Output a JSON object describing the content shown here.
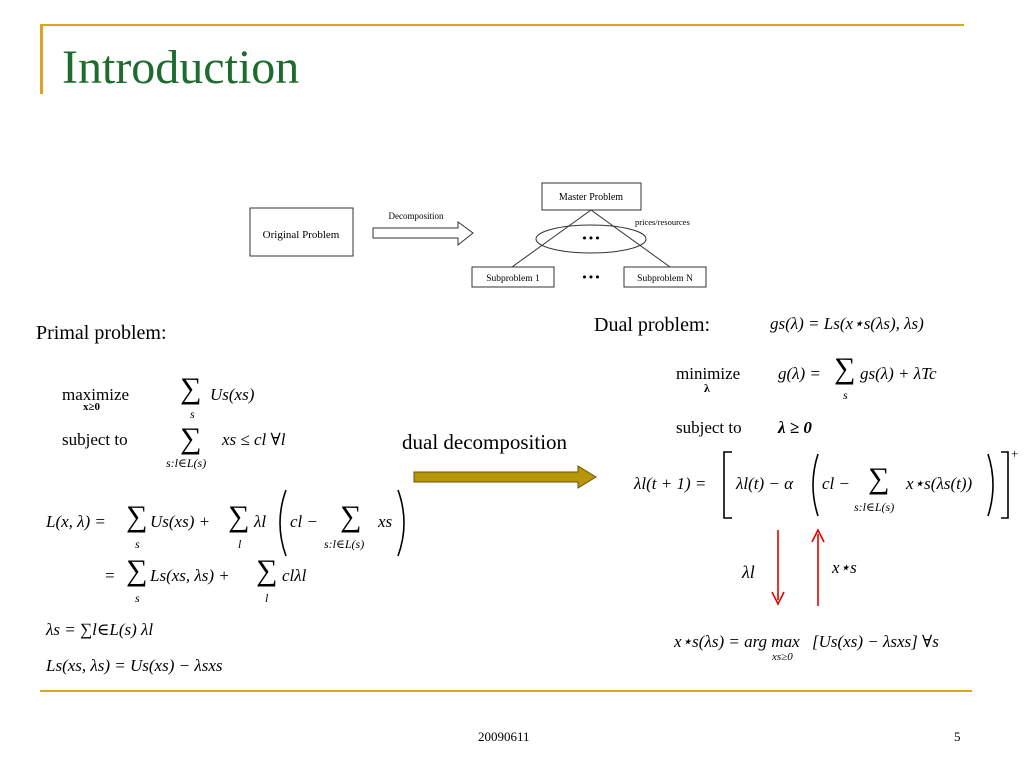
{
  "slide": {
    "title": "Introduction",
    "footer_date": "20090611",
    "page_number": "5",
    "accent_color": "#DAA520",
    "title_color": "#1E6B2E"
  },
  "diagram": {
    "original_problem": "Original Problem",
    "decomposition": "Decomposition",
    "master_problem": "Master Problem",
    "prices_resources": "prices/resources",
    "dots": "•••",
    "subproblem_1": "Subproblem 1",
    "subproblem_n": "Subproblem N"
  },
  "labels": {
    "primal_problem": "Primal problem:",
    "dual_problem": "Dual problem",
    "dual_colon": ":",
    "dual_decomposition": "dual decomposition"
  },
  "math": {
    "maximize": "maximize",
    "x_geq_0": "x≥0",
    "subject_to": "subject to",
    "sum": "∑",
    "sub_s": "s",
    "sub_sl": "s:l∈L(s)",
    "sub_l": "l",
    "us_xs": "U",
    "primal_obj": "Us(xs)",
    "primal_constraint": "xs ≤ cl   ∀l",
    "lagrangian_lhs": "L(x, λ) =",
    "lagrangian_term1": "Us(xs) +",
    "lagrangian_lambda": "λl",
    "lagrangian_inner": "cl −",
    "lagrangian_xs": "xs",
    "lagrangian_eq2": "=",
    "lagrangian_term2": "Ls(xs, λs) +",
    "lagrangian_term3": "clλl",
    "lambda_s_def": "λs = ∑l∈L(s) λl",
    "ls_def": "Ls(xs, λs) = Us(xs) − λsxs",
    "gs_def": "gs(λ)  =  Ls(x⋆s(λs), λs)",
    "minimize": "minimize",
    "lambda_under": "λ",
    "dual_obj_lhs": "g(λ) =",
    "dual_obj_rhs": "gs(λ) + λTc",
    "dual_subject_to": "subject to",
    "dual_constraint": "λ ≥ 0",
    "update_lhs": "λl(t + 1) =",
    "update_inner1": "λl(t) − α",
    "update_inner2": "cl −",
    "update_inner3": "x⋆s(λs(t))",
    "update_plus": "+",
    "lambda_l": "λl",
    "x_star_s": "x⋆s",
    "argmax_lhs": "x⋆s(λs) = arg max",
    "argmax_sub": "xs≥0",
    "argmax_rhs": "[Us(xs) − λsxs]   ∀s"
  }
}
